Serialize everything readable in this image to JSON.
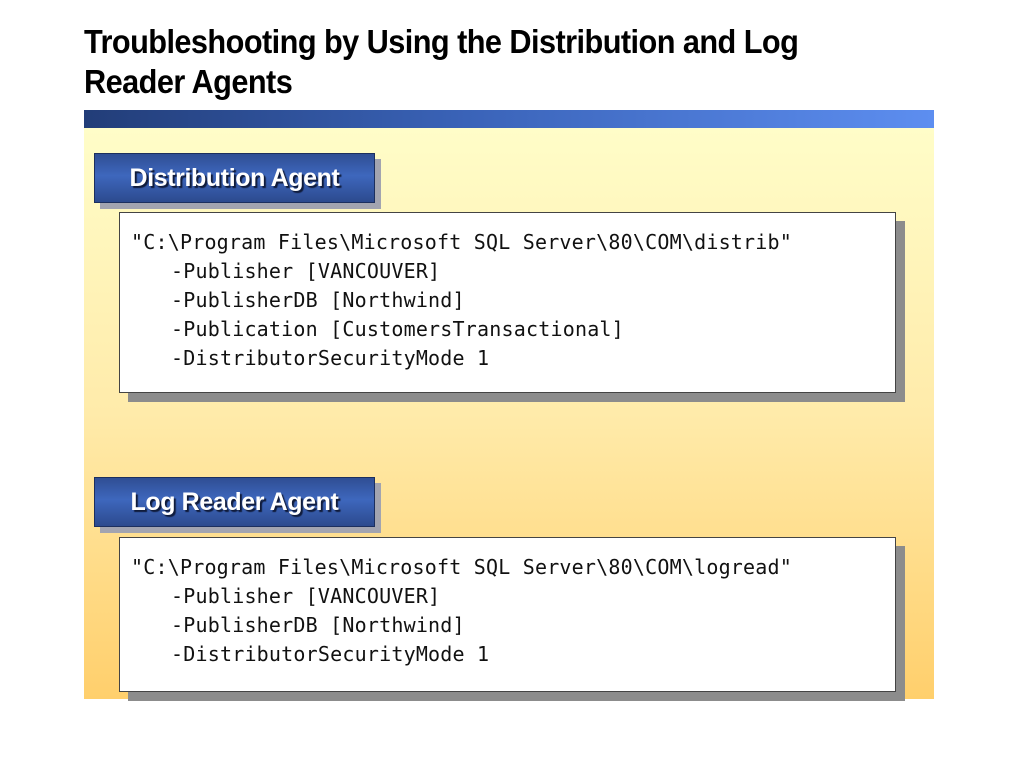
{
  "slide": {
    "title_line1": "Troubleshooting by Using the Distribution and Log",
    "title_line2": "Reader Agents"
  },
  "colors": {
    "title_bar_gradient": [
      "#223d78",
      "#5d8ef0"
    ],
    "panel_gradient": [
      "#fffdc8",
      "#ffcf6c"
    ],
    "section_header_bg": "#3e67bd",
    "section_header_text": "#ffffff"
  },
  "sections": [
    {
      "header": "Distribution Agent",
      "lines": [
        "\"C:\\Program Files\\Microsoft SQL Server\\80\\COM\\distrib\"",
        "-Publisher [VANCOUVER]",
        "-PublisherDB [Northwind]",
        "-Publication [CustomersTransactional]",
        "-DistributorSecurityMode 1"
      ]
    },
    {
      "header": "Log Reader Agent",
      "lines": [
        "\"C:\\Program Files\\Microsoft SQL Server\\80\\COM\\logread\"",
        "-Publisher [VANCOUVER]",
        "-PublisherDB [Northwind]",
        "-DistributorSecurityMode 1"
      ]
    }
  ]
}
